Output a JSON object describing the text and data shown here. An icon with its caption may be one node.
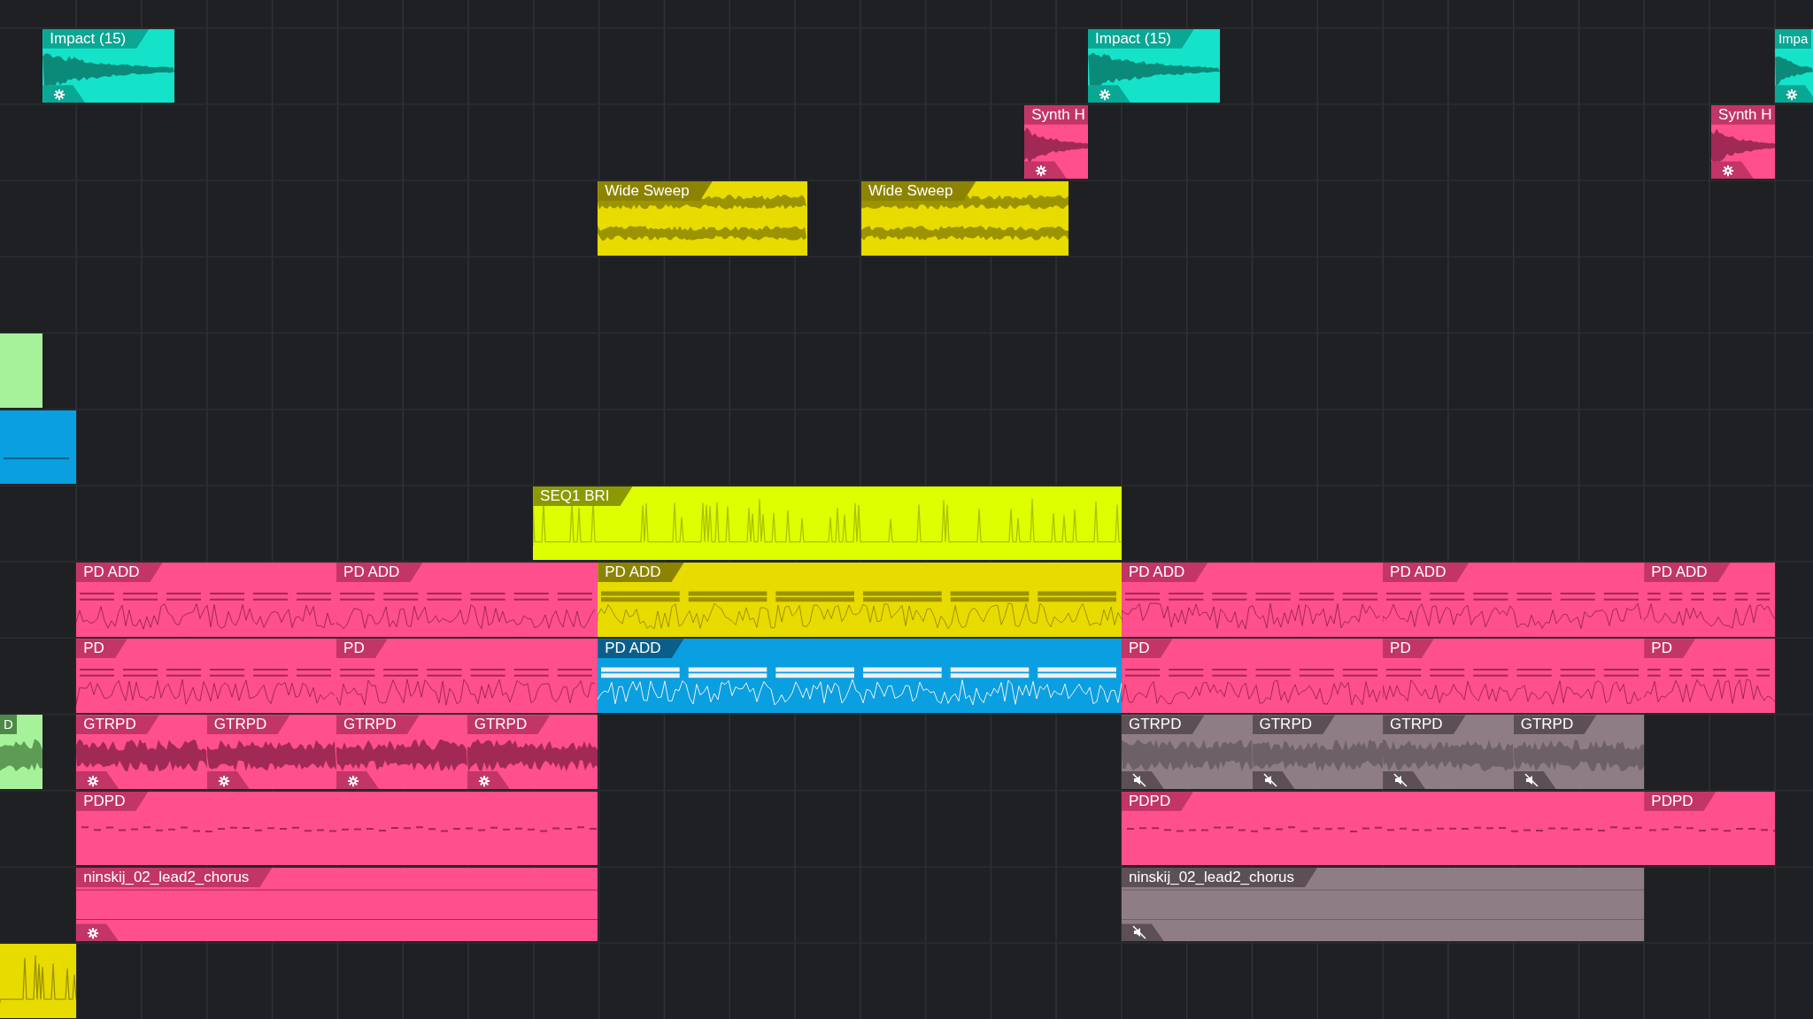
{
  "diagram": {
    "nodes": [
      {
        "text": [
          "Impact (15)"
        ]
      },
      {
        "text": [
          "Impact (15)"
        ]
      },
      {
        "text": [
          "Impa"
        ]
      },
      {
        "text": [
          "Synth H"
        ]
      },
      {
        "text": [
          "Synth H"
        ]
      },
      {
        "text": [
          "Wide Sweep"
        ]
      },
      {
        "text": [
          "Wide Sweep"
        ]
      },
      {
        "text": [],
        "shape": "box"
      },
      {
        "text": [],
        "shape": "box"
      },
      {
        "text": [
          "SEQ1 BRI"
        ]
      },
      {
        "text": [
          "PD ADD"
        ]
      },
      {
        "text": [
          "PD ADD"
        ]
      },
      {
        "text": [
          "PD ADD"
        ]
      },
      {
        "text": [
          "PD ADD"
        ]
      },
      {
        "text": [
          "PD ADD"
        ]
      },
      {
        "text": [
          "PD ADD"
        ]
      },
      {
        "text": [
          "PD"
        ]
      },
      {
        "text": [
          "PD"
        ]
      },
      {
        "text": [
          "PD ADD"
        ]
      },
      {
        "text": [
          "PD"
        ]
      },
      {
        "text": [
          "PD"
        ]
      },
      {
        "text": [
          "PD"
        ]
      },
      {
        "text": [
          "D"
        ]
      },
      {
        "text": [
          "GTRPD"
        ]
      },
      {
        "text": [
          "GTRPD"
        ]
      },
      {
        "text": [
          "GTRPD"
        ]
      },
      {
        "text": [
          "GTRPD"
        ]
      },
      {
        "text": [
          "GTRPD"
        ]
      },
      {
        "text": [
          "GTRPD"
        ]
      },
      {
        "text": [
          "GTRPD"
        ]
      },
      {
        "text": [
          "GTRPD"
        ]
      },
      {
        "text": [
          "PDPD"
        ]
      },
      {
        "text": [
          "PDPD"
        ]
      },
      {
        "text": [
          "PDPD"
        ]
      },
      {
        "text": [
          "ninskij_02_lead2_chorus"
        ]
      },
      {
        "text": [
          "ninskij_02_lead2_chorus"
        ]
      },
      {
        "text": [],
        "shape": "box"
      }
    ]
  }
}
